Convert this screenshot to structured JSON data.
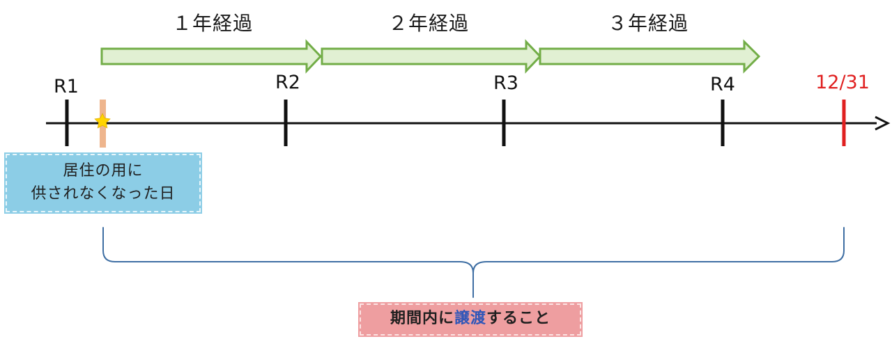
{
  "periods": [
    {
      "label": "１年経過"
    },
    {
      "label": "２年経過"
    },
    {
      "label": "３年経過"
    }
  ],
  "years": [
    {
      "label": "R1"
    },
    {
      "label": "R2"
    },
    {
      "label": "R3"
    },
    {
      "label": "R4"
    },
    {
      "label": "12/31"
    }
  ],
  "event_box": {
    "line1": "居住の用に",
    "line2": "供されなくなった日"
  },
  "deadline_box": {
    "before": "期間内に",
    "highlight": "譲渡",
    "after": "すること"
  },
  "colors": {
    "arrow_fill": "#e1f0d3",
    "arrow_stroke": "#72ad47",
    "timeline": "#111111",
    "deadline": "#e02020",
    "event_marker": "#eeb58d",
    "star": "#ffd400",
    "brace": "#3e6ea3",
    "event_box_bg": "#8ccde6",
    "deadline_box_bg": "#ee9ea0",
    "highlight_text": "#2f56b8"
  },
  "icons": {
    "event_marker": "star-icon"
  }
}
